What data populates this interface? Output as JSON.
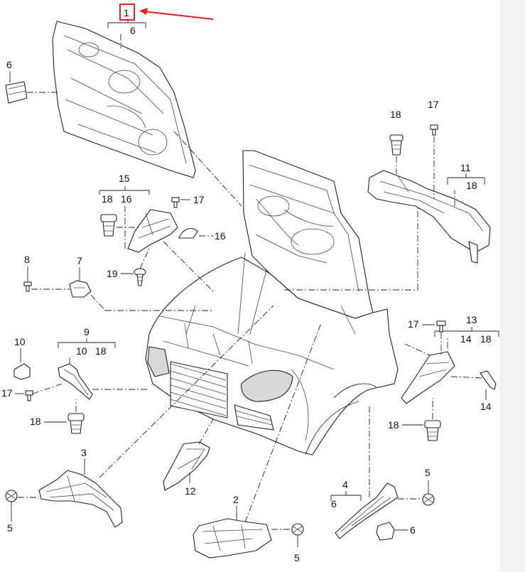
{
  "labels": {
    "hood_liner": "1",
    "hood_liner_sub": "6",
    "clip_6": "6",
    "fastener_18_top": "18",
    "screw_17_top": "17",
    "duct_11": "11",
    "duct_11_sub": "18",
    "bracket_15": "15",
    "bracket_15_sub_18": "18",
    "bracket_15_sub_16": "16",
    "screw_17_b": "17",
    "seal_16": "16",
    "screw_19": "19",
    "screw_8": "8",
    "clip_7": "7",
    "cap_10": "10",
    "guide_9": "9",
    "guide_9_sub_10": "10",
    "guide_9_sub_18": "18",
    "screw_17_left": "17",
    "fastener_18_left": "18",
    "duct_13": "13",
    "duct_13_sub_14": "14",
    "duct_13_sub_18": "18",
    "screw_17_right": "17",
    "seal_14": "14",
    "fastener_18_right": "18",
    "liner_3": "3",
    "plug_5_left": "5",
    "cover_12": "12",
    "panel_2": "2",
    "plug_5_center": "5",
    "bracket_4": "4",
    "bracket_4_sub": "6",
    "plug_5_right": "5",
    "clip_6_bottom": "6"
  },
  "highlight": {
    "target_label": "1",
    "color": "#e02020"
  }
}
